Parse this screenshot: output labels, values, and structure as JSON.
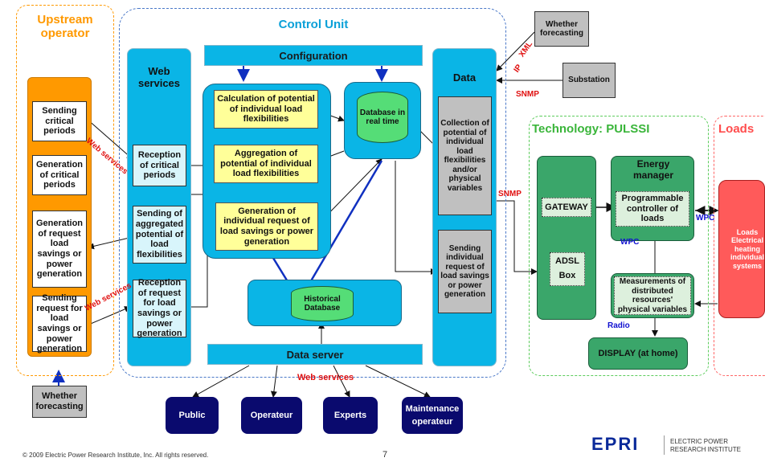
{
  "regions": {
    "upstream": "Upstream operator",
    "control_unit": "Control Unit",
    "technology": "Technology: PULSSI",
    "loads": "Loads"
  },
  "upstream_boxes": [
    "Sending critical periods",
    "Generation of critical periods",
    "Generation of request load savings or power generation",
    "Sending request for load savings or power generation"
  ],
  "web_services": {
    "title": "Web services",
    "boxes": [
      "Reception of critical periods",
      "Sending of aggregated potential of load flexibilities",
      "Reception of request for load savings or power generation"
    ]
  },
  "configuration": "Configuration",
  "calc_boxes": [
    "Calculation of potential of individual load flexibilities",
    "Aggregation of potential of individual load flexibilities",
    "Generation of individual request of load savings or power generation"
  ],
  "db_realtime": "Database in real time",
  "historical_db": "Historical Database",
  "data": {
    "title": "Data",
    "collection": "Collection of potential of individual load flexibilities and/or physical variables",
    "sending": "Sending individual request of load savings or power generation"
  },
  "data_server": "Data server",
  "consumers": [
    "Public",
    "Operateur",
    "Experts",
    "Maintenance operateur"
  ],
  "external": {
    "whether_forecasting_top": "Whether forecasting",
    "substation": "Substation",
    "whether_forecasting_bottom": "Whether forecasting"
  },
  "technology": {
    "gateway": "GATEWAY",
    "adsl": "ADSL Box",
    "energy_manager": "Energy manager",
    "programmable": "Programmable controller of loads",
    "measurements": "Measurements of distributed resources' physical variables",
    "display": "DISPLAY (at home)"
  },
  "loads_box": "Loads Electrical heating individual systems",
  "labels": {
    "web1": "Web services",
    "web2": "Web services",
    "web_bottom": "Web services",
    "xml": "XML",
    "ip": "IP",
    "snmp1": "SNMP",
    "snmp2": "SNMP",
    "wpc1": "WPC",
    "wpc2": "WPC",
    "radio": "Radio"
  },
  "footer": {
    "copyright": "© 2009 Electric Power Research Institute, Inc. All rights reserved.",
    "page": "7",
    "logo": "EPRI",
    "institute_line1": "ELECTRIC POWER",
    "institute_line2": "RESEARCH INSTITUTE"
  },
  "colors": {
    "upstream_orange": "#ff9900",
    "cyan": "#0ab5e6",
    "green": "#3aa66a",
    "loads_red": "#ff5a5a",
    "navy": "#0a0a6e"
  }
}
